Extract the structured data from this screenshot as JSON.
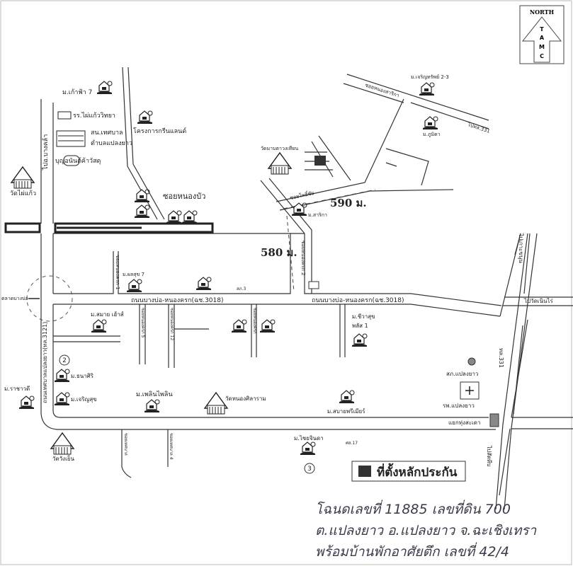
{
  "compass": {
    "title": "NORTH",
    "letters": [
      "T",
      "A",
      "M",
      "C"
    ]
  },
  "distances": {
    "d590": "590 ม.",
    "d580": "580 ม."
  },
  "roads": {
    "main": "ถนนบางบ่อ-หนองครก(ฉช.3018)",
    "main_right": "ถนนบางบ่อ-หนองครก(ฉช.3018)",
    "west": "ถนนเทศบาลแปลงยาว(ทล.3121)",
    "soi_nongbua": "ซอยหนองบัว",
    "soi_nongkrok2": "ซอยหนองครก 2",
    "soi_nongkrok1": "ซอยหนองครก 1",
    "soi_a": "ซอยหนองครก 5",
    "soi_b": "ซอยหนองครก 12",
    "soi_c": "ซอยหนองครก",
    "soi_pho": "ซอยโพธิ์ชัย",
    "soi_sarika": "ซอยหนองสาริกา",
    "hwy331": "ทล.331",
    "to_bangkhla": "ไปอ.บางคล้า",
    "to_331": "ไปทล.331",
    "to_koh": "ไปเกาะขนุน",
    "to_noenrai": "ไปวัดเนินไร่",
    "to_sattahip": "ไปสัตหีบ",
    "junction": "แยกทุ่งสะเดา",
    "market": "ตลาดบางบ่อ",
    "soi_s1": "ซอยเทศบาล",
    "soi_s2": "ซอยเทศบาล 4"
  },
  "places": {
    "kaewfa": "ม.เก้าฟ้า 7",
    "school": "รร.ไผ่แก้ววิทยา",
    "municipal": "สน.เทศบาล",
    "municipal2": "ตำบลแปลงยาว",
    "boonanan": "บุญอนันต์ค้าวัสดุ",
    "greenland": "โครงการกรีนแลนด์",
    "wat_phaikaew": "วัดไผ่แก้ว",
    "charoensap": "ม.เจริญทรัพย์ 2-3",
    "phumida": "ม.ภูมิดา",
    "wat_map": "วัดมาบตาวงเทียน",
    "sarika": "ม.สาริกา",
    "phonsuk": "ม.ผลสุข 7",
    "sp3": "สภ.3",
    "smile": "ม.สมาย เฮ้าส์",
    "thanasiri": "ม.ธนาศิริ",
    "charoensuk": "ม.เจริญสุข",
    "rachawadee": "ม.ราชาวดี",
    "ploenpailin": "ม.เพลินไพลิน",
    "wat_nongsila": "วัดหนองศิลาราม",
    "wat_wangyen": "วัดวังเย็น",
    "chewasuk": "ม.ชีวาสุข",
    "chewasuk2": "พลัส 1",
    "sabai": "ม.สบายพรีเมียร์",
    "police": "สภ.แปลงยาว",
    "hospital": "รพ.แปลงยาว",
    "chaichinda": "ม.ไชยจินดา",
    "ss17": "ศส.17",
    "marker2": "2",
    "marker3": "3"
  },
  "legend": {
    "label": "ที่ตั้งหลักประกัน",
    "color": "#333333"
  },
  "handwritten": {
    "line1": "โฉนดเลขที่ 11885 เลขที่ดิน 700",
    "line2": "ต.แปลงยาว อ.แปลงยาว จ.ฉะเชิงเทรา",
    "line3": "พร้อมบ้านพักอาศัยตึก เลขที่ 42/4"
  }
}
